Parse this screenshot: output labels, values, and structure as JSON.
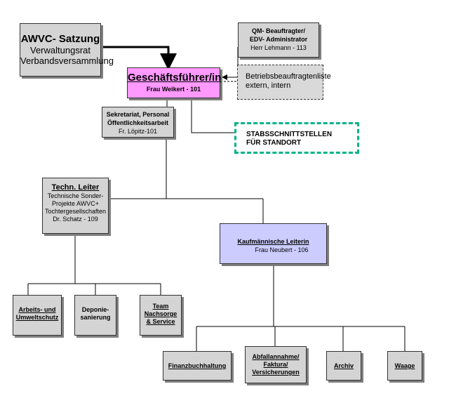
{
  "awvc": {
    "title": "AWVC- Satzung",
    "line1": "Verwaltungsrat",
    "line2": "Verbandsversammlung"
  },
  "qm": {
    "line1": "QM- Beauftragter/",
    "line2": "EDV- Administrator",
    "line3": "Herr Lehmann - 113"
  },
  "gf": {
    "title": "Geschäftsführer/in",
    "name": "Frau Weikert - 101"
  },
  "betrieb": {
    "line1": "Betriebsbeauftragtenliste",
    "line2": "extern, intern"
  },
  "sekretariat": {
    "line1": "Sekretariat, Personal",
    "line2": "Öffentlichkeitsarbeit",
    "line3": "Fr. Löpitz-101"
  },
  "stabs": {
    "line1": "STABSSCHNITTSTELLEN",
    "line2": "FÜR STANDORT"
  },
  "techn": {
    "title": "Techn. Leiter",
    "line1": "Technische Sonder-",
    "line2": "Projekte AWVC+",
    "line3": "Tochtergesellschaften",
    "line4": "Dr. Schatz - 109"
  },
  "kaufm": {
    "title": "Kaufmännische Leiterin",
    "name": "Frau Neubert - 106"
  },
  "arbeits": {
    "line1": "Arbeits- und",
    "line2": "Umweltschutz"
  },
  "deponie": {
    "line1": "Deponie-",
    "line2": "sanierung"
  },
  "team": {
    "line1": "Team",
    "line2": "Nachsorge",
    "line3": "& Service"
  },
  "finanz": {
    "line1": "Finanzbuchhaltung"
  },
  "abfall": {
    "line1": "Abfallannahme/",
    "line2": "Faktura/",
    "line3": "Versicherungen"
  },
  "archiv": {
    "line1": "Archiv"
  },
  "waage": {
    "line1": "Waage"
  },
  "colors": {
    "gf_fill": "#ff99ff",
    "kaufm_fill": "#ccccff",
    "stabs_border": "#00b386",
    "gray_fill": "#d4d4d4"
  }
}
